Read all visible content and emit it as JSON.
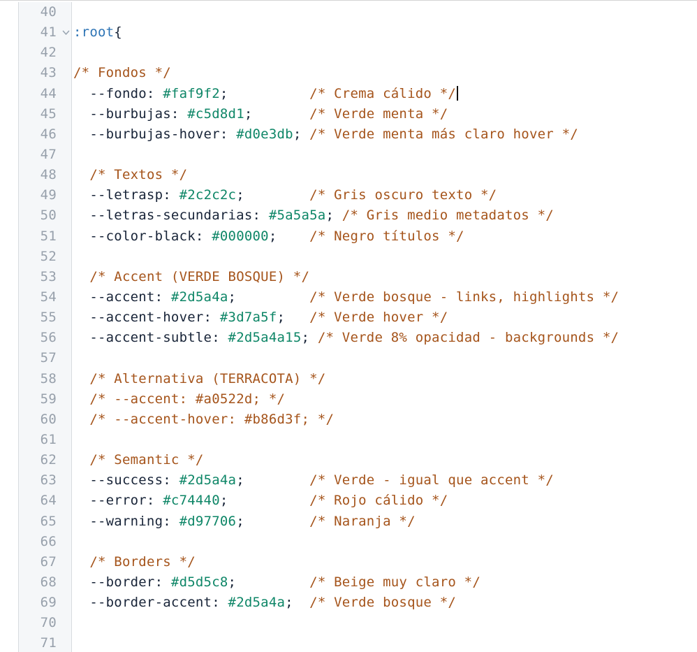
{
  "editor": {
    "language": "css",
    "first_visible_line": 40,
    "last_visible_line": 71,
    "icons": {
      "fold": "chevron-down-icon"
    },
    "colors": {
      "topBorder": "#d4d4d4",
      "gutterBg": "#f5f7f9",
      "gutterBorder": "#d8dbdf",
      "lineNum": "#97a0ab",
      "foldIcon": "#9aa6b2",
      "prop": "#182438",
      "val": "#0e8667",
      "cmt": "#a5541b",
      "sel": "#2d74b5",
      "cursor": "#111111"
    },
    "lines": [
      {
        "n": 40,
        "segments": []
      },
      {
        "n": 41,
        "fold": true,
        "segments": [
          {
            "c": "sel",
            "t": ":root"
          },
          {
            "c": "prop",
            "t": "{"
          }
        ]
      },
      {
        "n": 42,
        "segments": []
      },
      {
        "n": 43,
        "segments": [
          {
            "c": "cmt",
            "t": "/* Fondos */"
          }
        ]
      },
      {
        "n": 44,
        "cursor": true,
        "segments": [
          {
            "c": "prop",
            "t": "  --fondo:"
          },
          {
            "c": "plain",
            "t": " "
          },
          {
            "c": "val",
            "t": "#faf9f2"
          },
          {
            "c": "prop",
            "t": ";"
          },
          {
            "c": "plain",
            "t": "          "
          },
          {
            "c": "cmt",
            "t": "/* Crema cálido */"
          }
        ]
      },
      {
        "n": 45,
        "segments": [
          {
            "c": "prop",
            "t": "  --burbujas:"
          },
          {
            "c": "plain",
            "t": " "
          },
          {
            "c": "val",
            "t": "#c5d8d1"
          },
          {
            "c": "prop",
            "t": ";"
          },
          {
            "c": "plain",
            "t": "       "
          },
          {
            "c": "cmt",
            "t": "/* Verde menta */"
          }
        ]
      },
      {
        "n": 46,
        "segments": [
          {
            "c": "prop",
            "t": "  --burbujas-hover:"
          },
          {
            "c": "plain",
            "t": " "
          },
          {
            "c": "val",
            "t": "#d0e3db"
          },
          {
            "c": "prop",
            "t": ";"
          },
          {
            "c": "plain",
            "t": " "
          },
          {
            "c": "cmt",
            "t": "/* Verde menta más claro hover */"
          }
        ]
      },
      {
        "n": 47,
        "segments": []
      },
      {
        "n": 48,
        "segments": [
          {
            "c": "plain",
            "t": "  "
          },
          {
            "c": "cmt",
            "t": "/* Textos */"
          }
        ]
      },
      {
        "n": 49,
        "segments": [
          {
            "c": "prop",
            "t": "  --letrasp:"
          },
          {
            "c": "plain",
            "t": " "
          },
          {
            "c": "val",
            "t": "#2c2c2c"
          },
          {
            "c": "prop",
            "t": ";"
          },
          {
            "c": "plain",
            "t": "        "
          },
          {
            "c": "cmt",
            "t": "/* Gris oscuro texto */"
          }
        ]
      },
      {
        "n": 50,
        "segments": [
          {
            "c": "prop",
            "t": "  --letras-secundarias:"
          },
          {
            "c": "plain",
            "t": " "
          },
          {
            "c": "val",
            "t": "#5a5a5a"
          },
          {
            "c": "prop",
            "t": ";"
          },
          {
            "c": "plain",
            "t": " "
          },
          {
            "c": "cmt",
            "t": "/* Gris medio metadatos */"
          }
        ]
      },
      {
        "n": 51,
        "segments": [
          {
            "c": "prop",
            "t": "  --color-black:"
          },
          {
            "c": "plain",
            "t": " "
          },
          {
            "c": "val",
            "t": "#000000"
          },
          {
            "c": "prop",
            "t": ";"
          },
          {
            "c": "plain",
            "t": "    "
          },
          {
            "c": "cmt",
            "t": "/* Negro títulos */"
          }
        ]
      },
      {
        "n": 52,
        "segments": []
      },
      {
        "n": 53,
        "segments": [
          {
            "c": "plain",
            "t": "  "
          },
          {
            "c": "cmt",
            "t": "/* Accent (VERDE BOSQUE) */"
          }
        ]
      },
      {
        "n": 54,
        "segments": [
          {
            "c": "prop",
            "t": "  --accent:"
          },
          {
            "c": "plain",
            "t": " "
          },
          {
            "c": "val",
            "t": "#2d5a4a"
          },
          {
            "c": "prop",
            "t": ";"
          },
          {
            "c": "plain",
            "t": "         "
          },
          {
            "c": "cmt",
            "t": "/* Verde bosque - links, highlights */"
          }
        ]
      },
      {
        "n": 55,
        "segments": [
          {
            "c": "prop",
            "t": "  --accent-hover:"
          },
          {
            "c": "plain",
            "t": " "
          },
          {
            "c": "val",
            "t": "#3d7a5f"
          },
          {
            "c": "prop",
            "t": ";"
          },
          {
            "c": "plain",
            "t": "   "
          },
          {
            "c": "cmt",
            "t": "/* Verde hover */"
          }
        ]
      },
      {
        "n": 56,
        "segments": [
          {
            "c": "prop",
            "t": "  --accent-subtle:"
          },
          {
            "c": "plain",
            "t": " "
          },
          {
            "c": "val",
            "t": "#2d5a4a15"
          },
          {
            "c": "prop",
            "t": ";"
          },
          {
            "c": "plain",
            "t": " "
          },
          {
            "c": "cmt",
            "t": "/* Verde 8% opacidad - backgrounds */"
          }
        ]
      },
      {
        "n": 57,
        "segments": []
      },
      {
        "n": 58,
        "segments": [
          {
            "c": "plain",
            "t": "  "
          },
          {
            "c": "cmt",
            "t": "/* Alternativa (TERRACOTA) */"
          }
        ]
      },
      {
        "n": 59,
        "segments": [
          {
            "c": "plain",
            "t": "  "
          },
          {
            "c": "cmt",
            "t": "/* --accent: #a0522d; */"
          }
        ]
      },
      {
        "n": 60,
        "segments": [
          {
            "c": "plain",
            "t": "  "
          },
          {
            "c": "cmt",
            "t": "/* --accent-hover: #b86d3f; */"
          }
        ]
      },
      {
        "n": 61,
        "segments": []
      },
      {
        "n": 62,
        "segments": [
          {
            "c": "plain",
            "t": "  "
          },
          {
            "c": "cmt",
            "t": "/* Semantic */"
          }
        ]
      },
      {
        "n": 63,
        "segments": [
          {
            "c": "prop",
            "t": "  --success:"
          },
          {
            "c": "plain",
            "t": " "
          },
          {
            "c": "val",
            "t": "#2d5a4a"
          },
          {
            "c": "prop",
            "t": ";"
          },
          {
            "c": "plain",
            "t": "        "
          },
          {
            "c": "cmt",
            "t": "/* Verde - igual que accent */"
          }
        ]
      },
      {
        "n": 64,
        "segments": [
          {
            "c": "prop",
            "t": "  --error:"
          },
          {
            "c": "plain",
            "t": " "
          },
          {
            "c": "val",
            "t": "#c74440"
          },
          {
            "c": "prop",
            "t": ";"
          },
          {
            "c": "plain",
            "t": "          "
          },
          {
            "c": "cmt",
            "t": "/* Rojo cálido */"
          }
        ]
      },
      {
        "n": 65,
        "segments": [
          {
            "c": "prop",
            "t": "  --warning:"
          },
          {
            "c": "plain",
            "t": " "
          },
          {
            "c": "val",
            "t": "#d97706"
          },
          {
            "c": "prop",
            "t": ";"
          },
          {
            "c": "plain",
            "t": "        "
          },
          {
            "c": "cmt",
            "t": "/* Naranja */"
          }
        ]
      },
      {
        "n": 66,
        "segments": []
      },
      {
        "n": 67,
        "segments": [
          {
            "c": "plain",
            "t": "  "
          },
          {
            "c": "cmt",
            "t": "/* Borders */"
          }
        ]
      },
      {
        "n": 68,
        "segments": [
          {
            "c": "prop",
            "t": "  --border:"
          },
          {
            "c": "plain",
            "t": " "
          },
          {
            "c": "val",
            "t": "#d5d5c8"
          },
          {
            "c": "prop",
            "t": ";"
          },
          {
            "c": "plain",
            "t": "         "
          },
          {
            "c": "cmt",
            "t": "/* Beige muy claro */"
          }
        ]
      },
      {
        "n": 69,
        "segments": [
          {
            "c": "prop",
            "t": "  --border-accent:"
          },
          {
            "c": "plain",
            "t": " "
          },
          {
            "c": "val",
            "t": "#2d5a4a"
          },
          {
            "c": "prop",
            "t": ";"
          },
          {
            "c": "plain",
            "t": "  "
          },
          {
            "c": "cmt",
            "t": "/* Verde bosque */"
          }
        ]
      },
      {
        "n": 70,
        "segments": []
      },
      {
        "n": 71,
        "segments": []
      }
    ]
  }
}
